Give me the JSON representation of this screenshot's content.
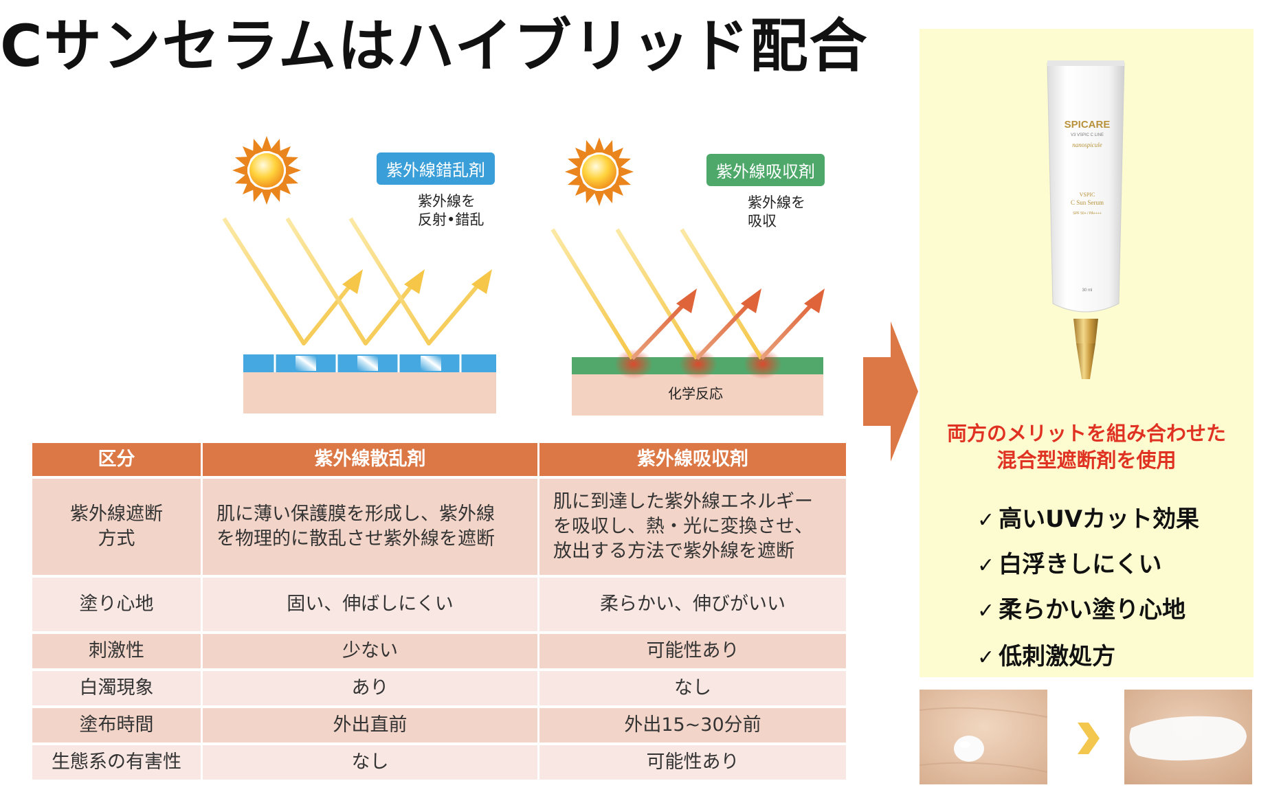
{
  "title": "Cサンセラムはハイブリッド配合",
  "diagram": {
    "scatter": {
      "badge": "紫外線錯乱剤",
      "caption": "紫外線を\n反射•錯乱",
      "color": "#3a9fd8"
    },
    "absorb": {
      "badge": "紫外線吸収剤",
      "caption": "紫外線を\n吸収",
      "skin_label": "化学反応",
      "color": "#4da86a"
    }
  },
  "table": {
    "headers": [
      "区分",
      "紫外線散乱剤",
      "紫外線吸収剤"
    ],
    "rows": [
      [
        "紫外線遮断\n方式",
        "肌に薄い保護膜を形成し、紫外線\nを物理的に散乱させ紫外線を遮断",
        "肌に到達した紫外線エネルギー\nを吸収し、熱・光に変換させ、\n放出する方法で紫外線を遮断"
      ],
      [
        "塗り心地",
        "固い、伸ばしにくい",
        "柔らかい、伸びがいい"
      ],
      [
        "刺激性",
        "少ない",
        "可能性あり"
      ],
      [
        "白濁現象",
        "あり",
        "なし"
      ],
      [
        "塗布時間",
        "外出直前",
        "外出15~30分前"
      ],
      [
        "生態系の有害性",
        "なし",
        "可能性あり"
      ]
    ]
  },
  "product": {
    "brand": "SPICARE",
    "sub_brand": "V3 VSPIC C LINE",
    "logo": "nanospicule",
    "name_line1": "VSPIC",
    "name_line2": "C Sun Serum",
    "spf": "SPF 50+ / PA++++",
    "volume": "30 ml"
  },
  "headline": "両方のメリットを組み合わせた\n混合型遮断剤を使用",
  "check_mark": "✓",
  "features": [
    "高いUVカット効果",
    "白浮きしにくい",
    "柔らかい塗り心地",
    "低刺激処方"
  ],
  "colors": {
    "accent": "#dc7845",
    "panel": "#fdfcd0",
    "headline": "#e03222"
  }
}
